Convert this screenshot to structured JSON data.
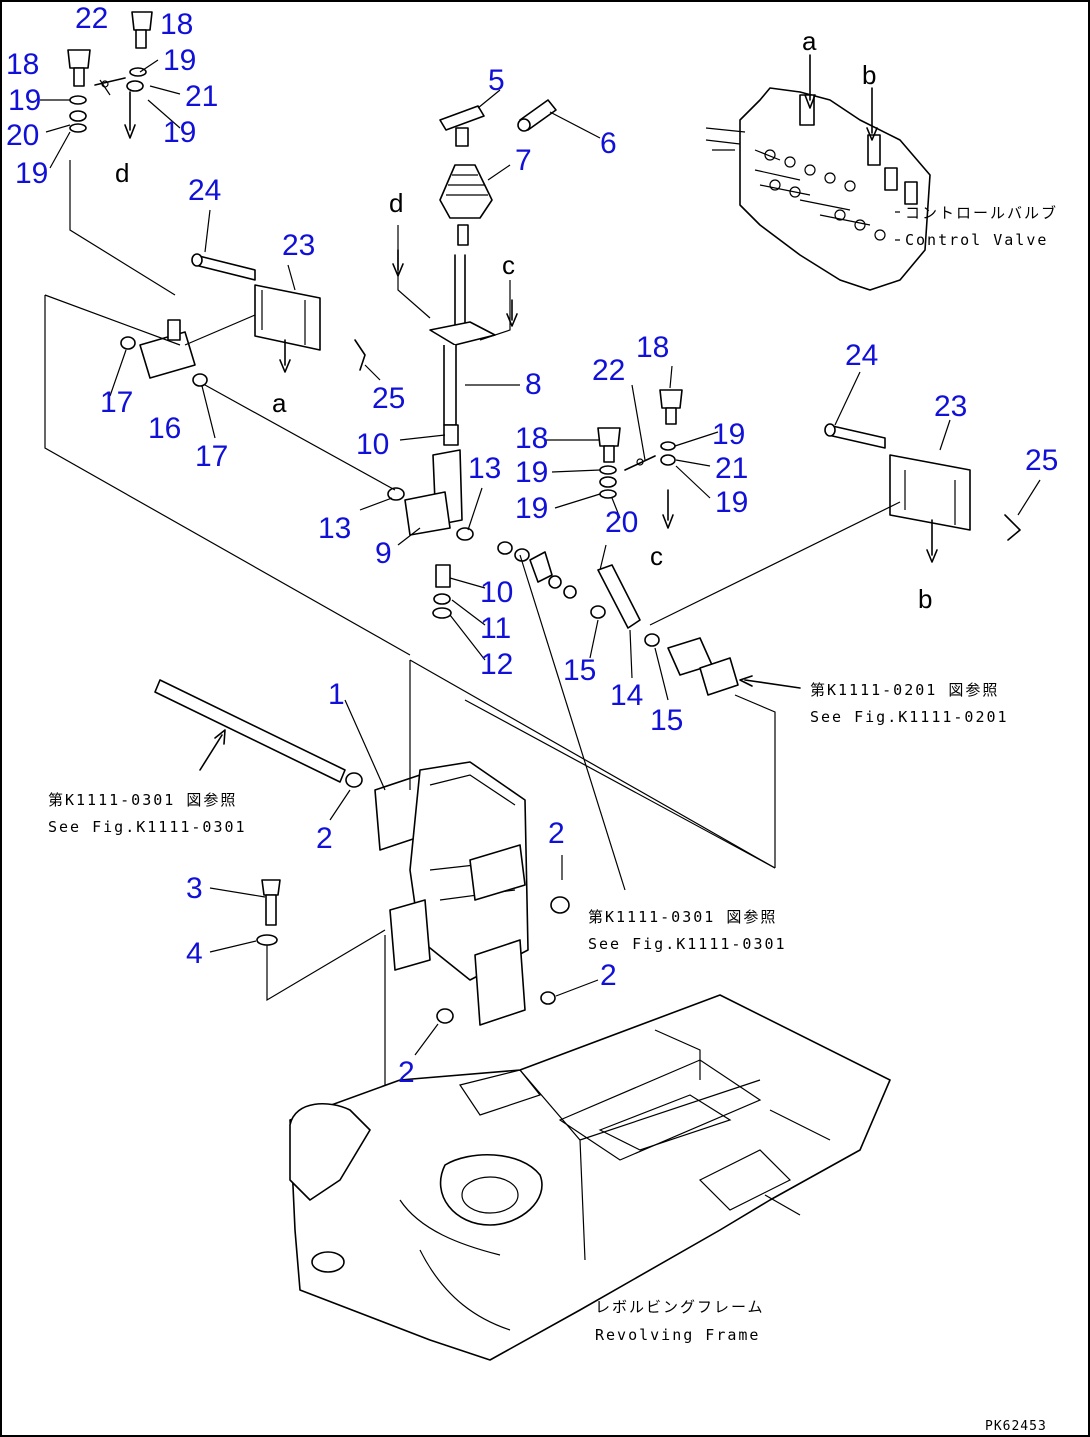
{
  "callouts": {
    "n1": "1",
    "n2": "2",
    "n3": "3",
    "n4": "4",
    "n5": "5",
    "n6": "6",
    "n7": "7",
    "n8": "8",
    "n9": "9",
    "n10": "10",
    "n11": "11",
    "n12": "12",
    "n13": "13",
    "n14": "14",
    "n15": "15",
    "n16": "16",
    "n17": "17",
    "n18": "18",
    "n19": "19",
    "n20": "20",
    "n21": "21",
    "n22": "22",
    "n23": "23",
    "n24": "24",
    "n25": "25"
  },
  "letters": {
    "a": "a",
    "b": "b",
    "c": "c",
    "d": "d"
  },
  "notes": {
    "control_valve_jp": "コントロールバルブ",
    "control_valve_en": "Control Valve",
    "ref_0201_jp": "第K1111-0201 図参照",
    "ref_0201_en": "See Fig.K1111-0201",
    "ref_0301_left_jp": "第K1111-0301 図参照",
    "ref_0301_left_en": "See Fig.K1111-0301",
    "ref_0301_mid_jp": "第K1111-0301 図参照",
    "ref_0301_mid_en": "See Fig.K1111-0301",
    "frame_jp": "レボルビングフレーム",
    "frame_en": "Revolving Frame"
  },
  "drawing_code": "PK62453",
  "colors": {
    "callout": "#1010d8",
    "line": "#000000",
    "background": "#ffffff"
  }
}
